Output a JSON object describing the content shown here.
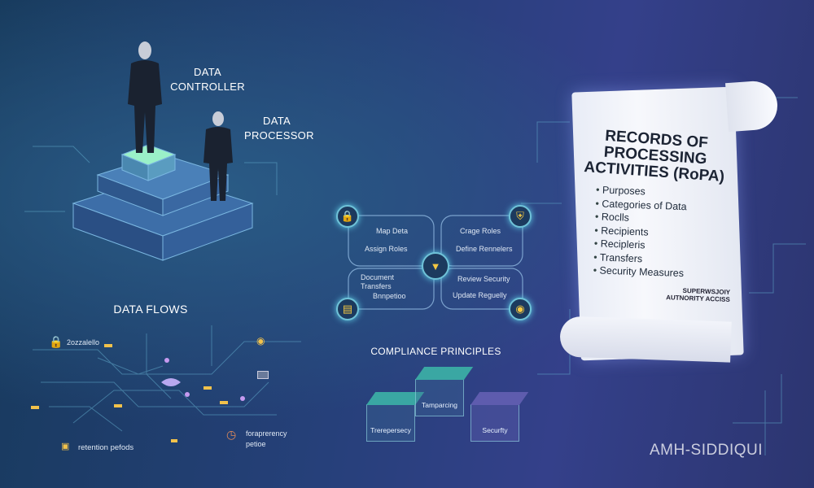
{
  "roles": {
    "controller": "DATA CONTROLLER",
    "processor": "DATA PROCESSOR"
  },
  "data_flows": {
    "title": "DATA FLOWS",
    "labels": [
      "2ozzalello",
      "retention pefods",
      "foraprerency",
      "petioe"
    ]
  },
  "workflow": {
    "items": [
      "Map Deta",
      "Assign Roles",
      "Crage Roles",
      "Define Rennelers",
      "Document",
      "Transfers",
      "Bnnpetioo",
      "Review Security",
      "Update Reguelly"
    ]
  },
  "compliance": {
    "title": "COMPLIANCE PRINCIPLES",
    "cubes": [
      "Trerepersecy",
      "Tamparcing",
      "Securfty"
    ]
  },
  "ropa": {
    "title": "RECORDS OF PROCESSING ACTIVITIES (RoPA)",
    "items": [
      "Purposes",
      "Categories of Data",
      "Roclls",
      "Recipients",
      "Recipleris",
      "Transfers",
      "Security Measures"
    ],
    "footer_line1": "SUPERWSJOIY",
    "footer_line2": "AUTNORITY ACCISS"
  },
  "watermark": "AMH-SIDDIQUI"
}
